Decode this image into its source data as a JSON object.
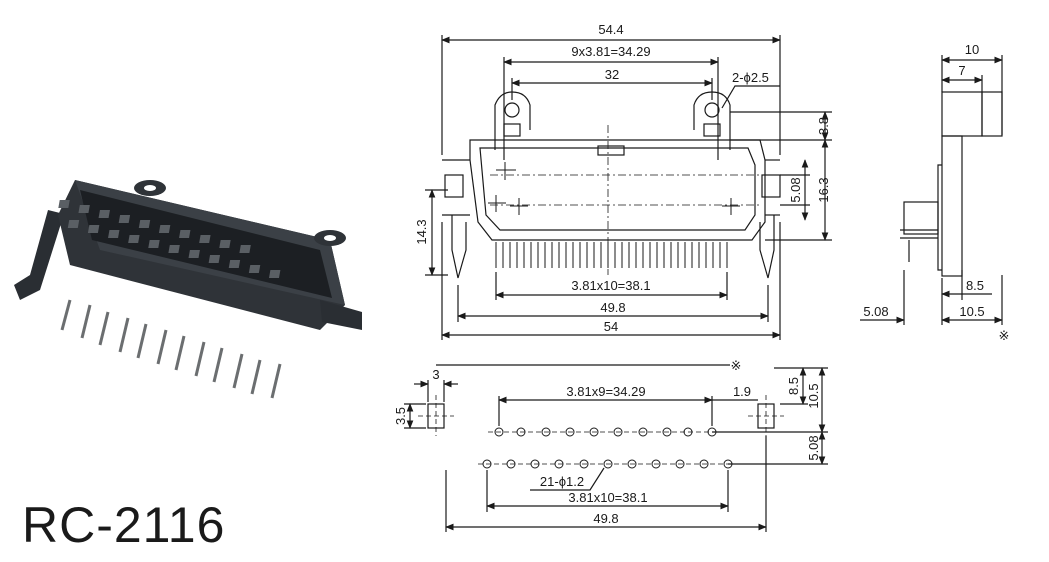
{
  "model": "RC-2116",
  "front_view": {
    "overall_width": "54.4",
    "pitch_9": "9x3.81=34.29",
    "hole_spacing": "32",
    "hole_callout": "2-ϕ2.5",
    "flange_height": "3.8",
    "row_spacing": "5.08",
    "body_height": "16.3",
    "pin_length": "14.3",
    "pitch_10": "3.81x10=38.1",
    "base_width": "49.8",
    "total_width": "54"
  },
  "side_view": {
    "depth": "10",
    "upper_depth": "7",
    "pin_offset": "8.5",
    "row_offset": "5.08",
    "base_depth": "10.5",
    "mark": "※"
  },
  "pcb_layout": {
    "mark": "※",
    "peg_width": "3",
    "peg_height": "3.5",
    "pitch_9": "3.81x9=34.29",
    "edge_offset": "1.9",
    "depth_8_5": "8.5",
    "depth_10_5": "10.5",
    "row_spacing": "5.08",
    "hole_callout": "21-ϕ1.2",
    "pitch_10": "3.81x10=38.1",
    "base_width": "49.8"
  },
  "colors": {
    "line": "#1a1a1a",
    "connector_body": "#2f3338",
    "connector_dark": "#1c1f23",
    "pin": "#6b6e70"
  }
}
